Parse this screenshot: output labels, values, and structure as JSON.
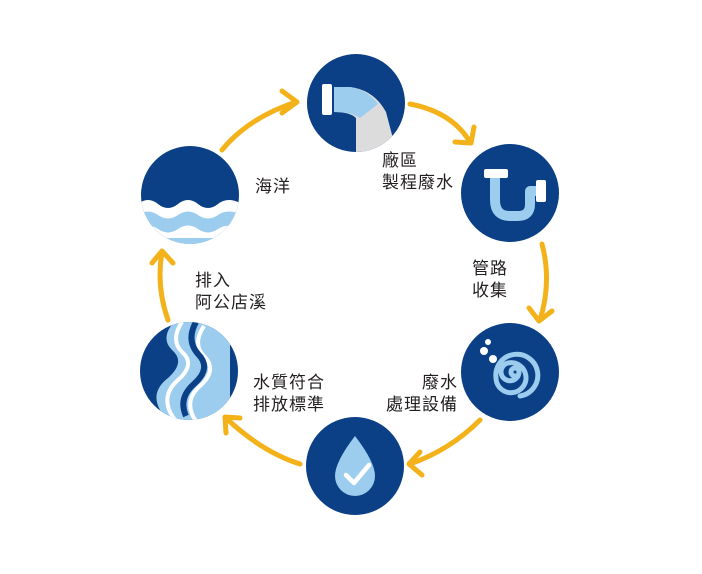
{
  "diagram": {
    "colors": {
      "circle": "#0b3f86",
      "icon_light": "#9ccdee",
      "icon_white": "#ffffff",
      "icon_grey": "#dcdcdc",
      "arrow": "#f3b21a",
      "text": "#231f20"
    },
    "stages": [
      {
        "id": "factory-wastewater",
        "icon": "pipe-outlet-icon",
        "lines": [
          "廠區",
          "製程廢水"
        ]
      },
      {
        "id": "pipeline-collection",
        "icon": "u-pipe-icon",
        "lines": [
          "管路",
          "收集"
        ]
      },
      {
        "id": "wastewater-treatment",
        "icon": "swirl-treatment-icon",
        "lines": [
          "廢水",
          "處理設備"
        ]
      },
      {
        "id": "water-check",
        "icon": "water-drop-check-icon",
        "lines": []
      },
      {
        "id": "quality-standard",
        "icon": "stream-icon",
        "lines": [
          "水質符合",
          "排放標準"
        ]
      },
      {
        "id": "discharge-stream",
        "icon": "",
        "lines": [
          "排入",
          "阿公店溪"
        ]
      },
      {
        "id": "ocean",
        "icon": "ocean-waves-icon",
        "lines": [
          "海洋"
        ]
      }
    ]
  }
}
